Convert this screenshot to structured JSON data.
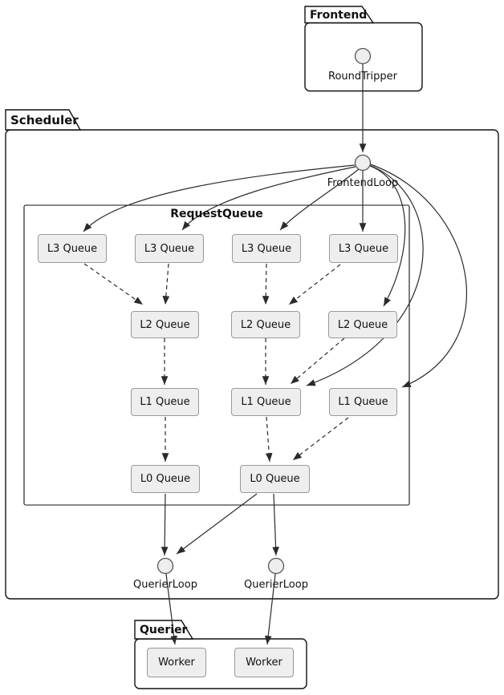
{
  "colors": {
    "background": "#ffffff",
    "frame": "#111111",
    "edge": "#2b2b2b",
    "node_fill": "#eeeeee",
    "node_border": "#999999",
    "circle_fill": "#eeeeee"
  },
  "frontend": {
    "label": "Frontend",
    "round_tripper_label": "RoundTripper"
  },
  "scheduler": {
    "label": "Scheduler",
    "frontend_loop_label": "FrontendLoop",
    "request_queue": {
      "title": "RequestQueue",
      "l3_queues": [
        "L3 Queue",
        "L3 Queue",
        "L3 Queue",
        "L3 Queue"
      ],
      "l2_queues": [
        "L2 Queue",
        "L2 Queue",
        "L2 Queue"
      ],
      "l1_queues": [
        "L1 Queue",
        "L1 Queue",
        "L1 Queue"
      ],
      "l0_queues": [
        "L0 Queue",
        "L0 Queue"
      ]
    },
    "querier_loop_labels": [
      "QuerierLoop",
      "QuerierLoop"
    ]
  },
  "querier": {
    "label": "Querier",
    "workers": [
      "Worker",
      "Worker"
    ]
  }
}
